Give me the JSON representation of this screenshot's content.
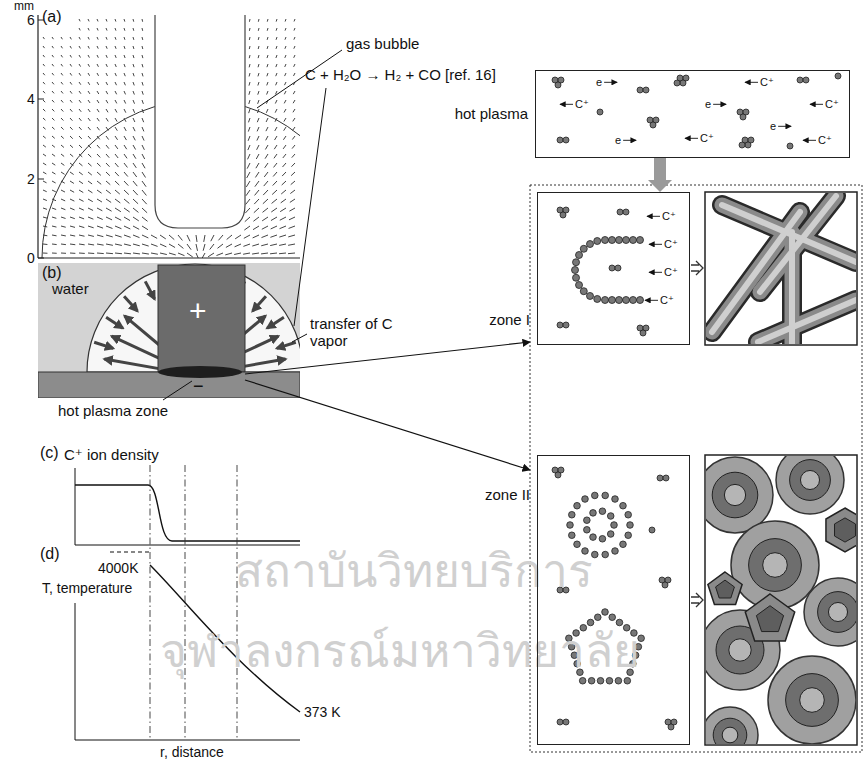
{
  "diagram": {
    "nodes": [
      {
        "text": [
          "hot plasma"
        ]
      },
      {
        "text": [
          "zone I"
        ]
      },
      {
        "text": [
          "zone II"
        ]
      }
    ],
    "edges": [
      {
        "from": 0,
        "to": 1,
        "arrow": "to"
      }
    ],
    "labels": [
      "mm",
      "6",
      "4",
      "2",
      "0",
      "(a)",
      "gas bubble",
      "C + H₂O → H₂ + CO [ref. 16]",
      "(b)",
      "water",
      "+",
      "−",
      "transfer of C vapor",
      "hot plasma zone",
      "(c)",
      "C⁺ ion density",
      "(d)",
      "4000K",
      "T, temperature",
      "373 K",
      "r, distance",
      "สถาบันวิทยบริการ",
      "จุฬาลงกรณ์มหาวิทยาลัย",
      "e",
      "e",
      "e",
      "e",
      "C⁺",
      "C⁺",
      "C⁺",
      "C⁺",
      "C⁺",
      "C⁺",
      "C⁺",
      "C⁺",
      "C⁺"
    ]
  }
}
